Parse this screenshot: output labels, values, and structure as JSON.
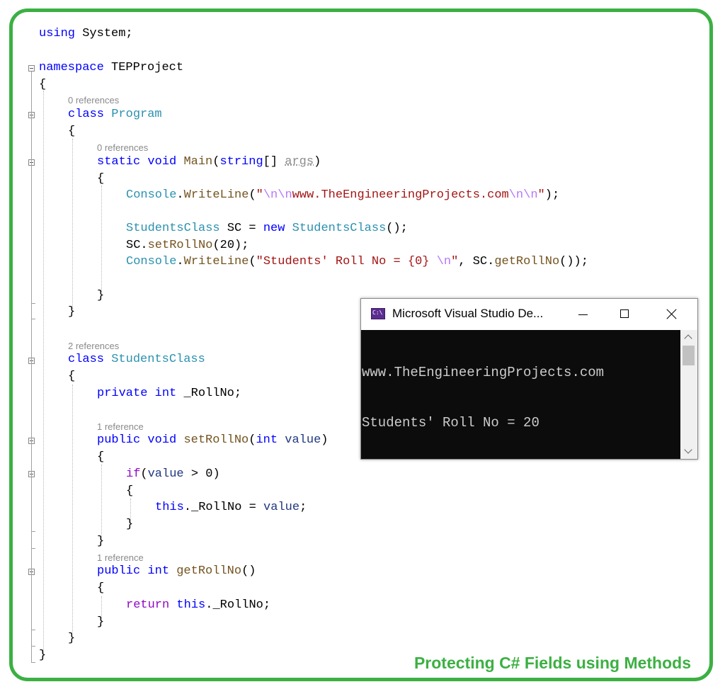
{
  "editor": {
    "using_kw": "using",
    "using_ns": "System;",
    "namespace_kw": "namespace",
    "namespace_name": "TEPProject",
    "ref_program": "0 references",
    "class_kw": "class",
    "program_name": "Program",
    "ref_main": "0 references",
    "main_static": "static",
    "main_void": "void",
    "main_name": "Main",
    "main_string": "string",
    "main_args": "args",
    "console": "Console",
    "writeline": "WriteLine",
    "str1_esc_pre": "\\n\\n",
    "str1_text": "www.TheEngineeringProjects.com",
    "str1_esc_post": "\\n\\n",
    "students_type": "StudentsClass",
    "sc_var": "SC",
    "new_kw": "new",
    "setroll_call": "setRollNo",
    "setroll_arg": "20",
    "str2_text": "Students' Roll No = {0} ",
    "str2_esc": "\\n",
    "getroll_call": "getRollNo",
    "ref_students": "2 references",
    "students_name": "StudentsClass",
    "private_kw": "private",
    "int_kw": "int",
    "field_name": "_RollNo",
    "ref_setroll": "1 reference",
    "public_kw": "public",
    "void_kw": "void",
    "setroll_name": "setRollNo",
    "param_name": "value",
    "if_kw": "if",
    "cond_num": "0",
    "this_kw": "this",
    "ref_getroll": "1 reference",
    "getroll_name": "getRollNo",
    "return_kw": "return"
  },
  "console_window": {
    "title": "Microsoft Visual Studio De...",
    "icon_text": "C:\\",
    "output_line1": "www.TheEngineeringProjects.com",
    "output_line2": "Students' Roll No = 20"
  },
  "caption": "Protecting C# Fields using Methods",
  "colors": {
    "frame_border": "#3cb043",
    "keyword": "#0000ff",
    "type": "#2b91af",
    "string": "#a31515",
    "escape": "#b776fb",
    "method": "#74531f",
    "parameter": "#1f377f",
    "control": "#8f08c4",
    "console_bg": "#0c0c0c",
    "console_text": "#cccccc",
    "caption": "#3cb043"
  }
}
